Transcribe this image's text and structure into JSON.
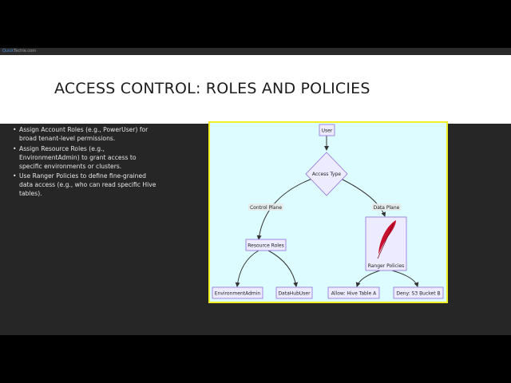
{
  "brand": {
    "part1": "Quick",
    "part2": "Techie.com"
  },
  "slide": {
    "title": "ACCESS CONTROL: ROLES AND POLICIES",
    "bullets": [
      "Assign Account Roles (e.g., PowerUser) for broad tenant-level permissions.",
      "Assign Resource Roles (e.g., EnvironmentAdmin) to grant access to specific environments or clusters.",
      "Use Ranger Policies to define fine-grained data access (e.g., who can read specific Hive tables)."
    ]
  },
  "diagram": {
    "nodes": {
      "user": "User",
      "access_type": "Access Type",
      "resource_roles": "Resource Roles",
      "ranger_policies": "Ranger Policies",
      "environment_admin": "EnvironmentAdmin",
      "datahub_user": "DataHubUser",
      "allow_hive": "Allow: Hive Table A",
      "deny_s3": "Deny: S3 Bucket B"
    },
    "edge_labels": {
      "control_plane": "Control Plane",
      "data_plane": "Data Plane"
    },
    "colors": {
      "background": "#dcfcff",
      "border": "#f2ee25",
      "node_fill": "#ecebff",
      "node_stroke": "#9370db",
      "feather": "#c8102e"
    }
  }
}
